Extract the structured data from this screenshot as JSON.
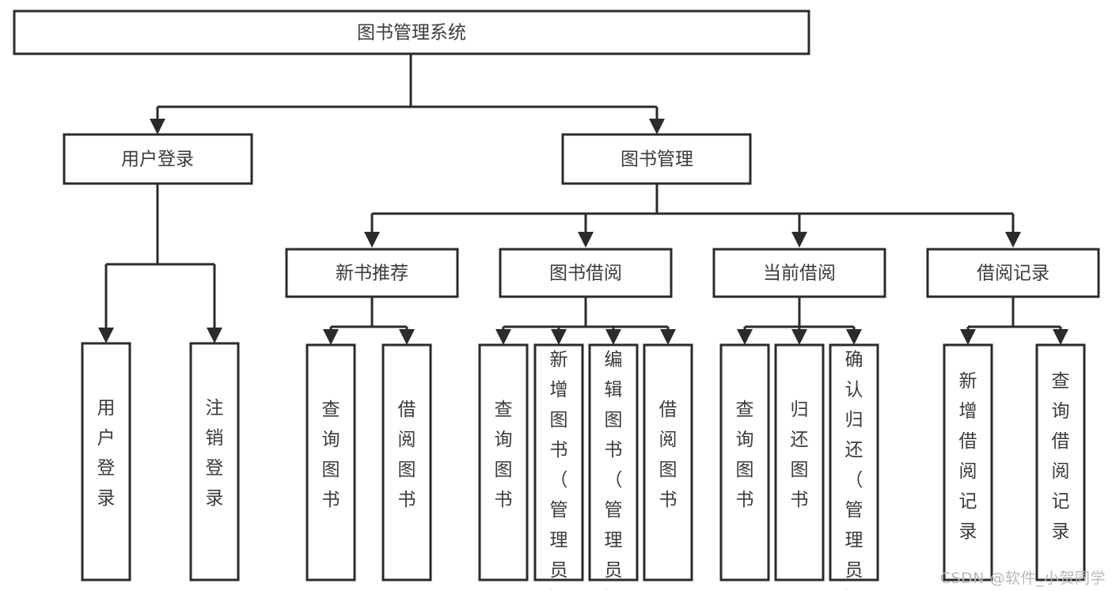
{
  "diagram": {
    "title": "图书管理系统",
    "type": "tree-hierarchy-diagram",
    "colors": {
      "stroke": "#2b2b2b",
      "fill": "#ffffff",
      "text": "#3b3b3b",
      "watermark": "#b8b8b8"
    },
    "root": {
      "label": "图书管理系统"
    },
    "level2": [
      {
        "label": "用户登录"
      },
      {
        "label": "图书管理"
      }
    ],
    "level3": [
      {
        "label": "新书推荐"
      },
      {
        "label": "图书借阅"
      },
      {
        "label": "当前借阅"
      },
      {
        "label": "借阅记录"
      }
    ],
    "leaves": {
      "user_login": [
        {
          "label": "用户登录"
        },
        {
          "label": "注销登录"
        }
      ],
      "new_book_recommend": [
        {
          "label": "查询图书"
        },
        {
          "label": "借阅图书"
        }
      ],
      "book_borrow": [
        {
          "label": "查询图书"
        },
        {
          "label": "新增图书（管理员）"
        },
        {
          "label": "编辑图书（管理员）"
        },
        {
          "label": "借阅图书"
        }
      ],
      "current_borrow": [
        {
          "label": "查询图书"
        },
        {
          "label": "归还图书"
        },
        {
          "label": "确认归还（管理员）"
        }
      ],
      "borrow_record": [
        {
          "label": "新增借阅记录"
        },
        {
          "label": "查询借阅记录"
        }
      ]
    }
  },
  "watermark": {
    "text": "CSDN @软件_小贺同学"
  }
}
